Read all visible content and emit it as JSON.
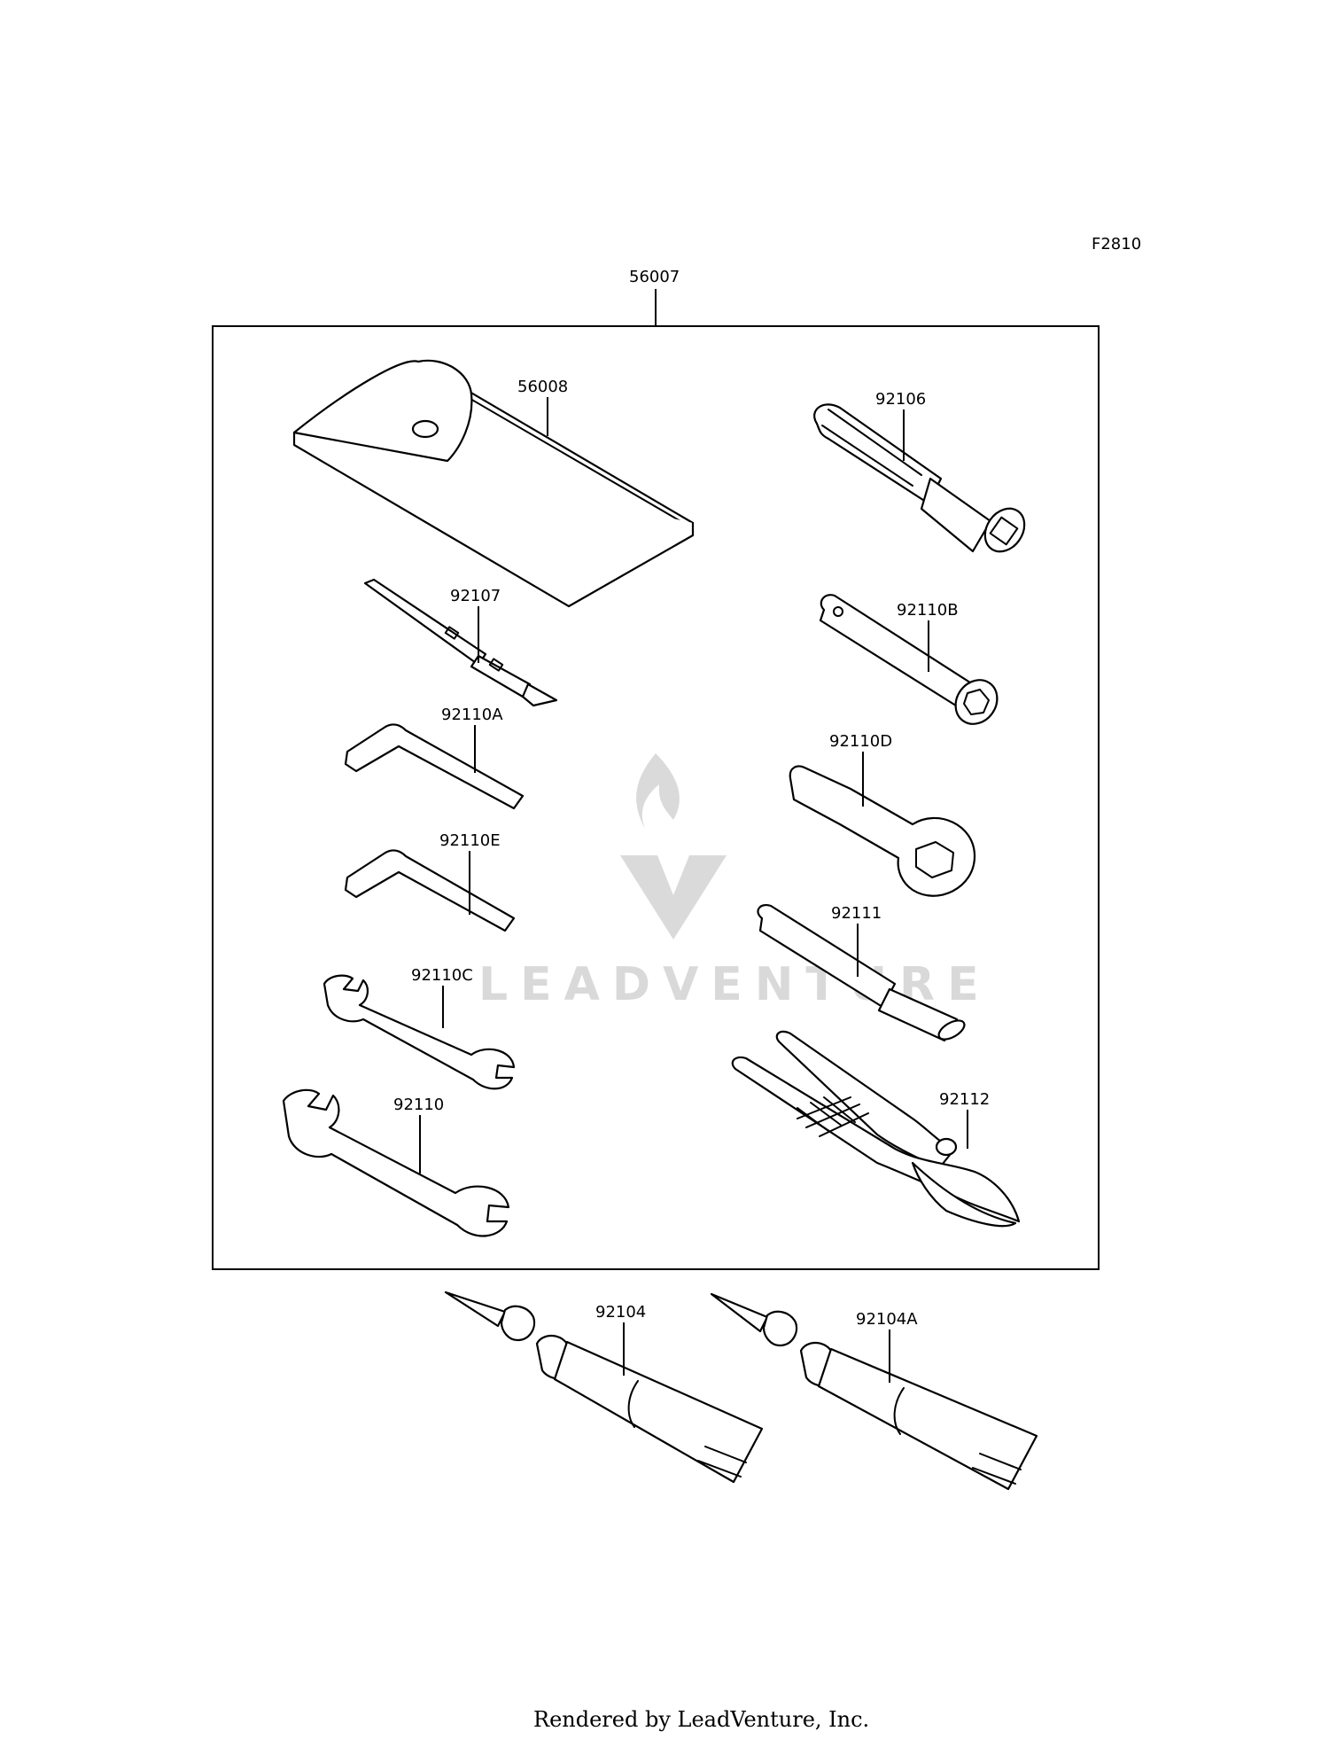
{
  "figure_code": "F2810",
  "assembly_label": "56007",
  "parts": {
    "p56008": "56008",
    "p92106": "92106",
    "p92107": "92107",
    "p92110B": "92110B",
    "p92110A": "92110A",
    "p92110D": "92110D",
    "p92110E": "92110E",
    "p92111": "92111",
    "p92110C": "92110C",
    "p92112": "92112",
    "p92110": "92110",
    "p92104": "92104",
    "p92104A": "92104A"
  },
  "watermark": "LEADVENTURE",
  "footer": "Rendered by LeadVenture, Inc."
}
